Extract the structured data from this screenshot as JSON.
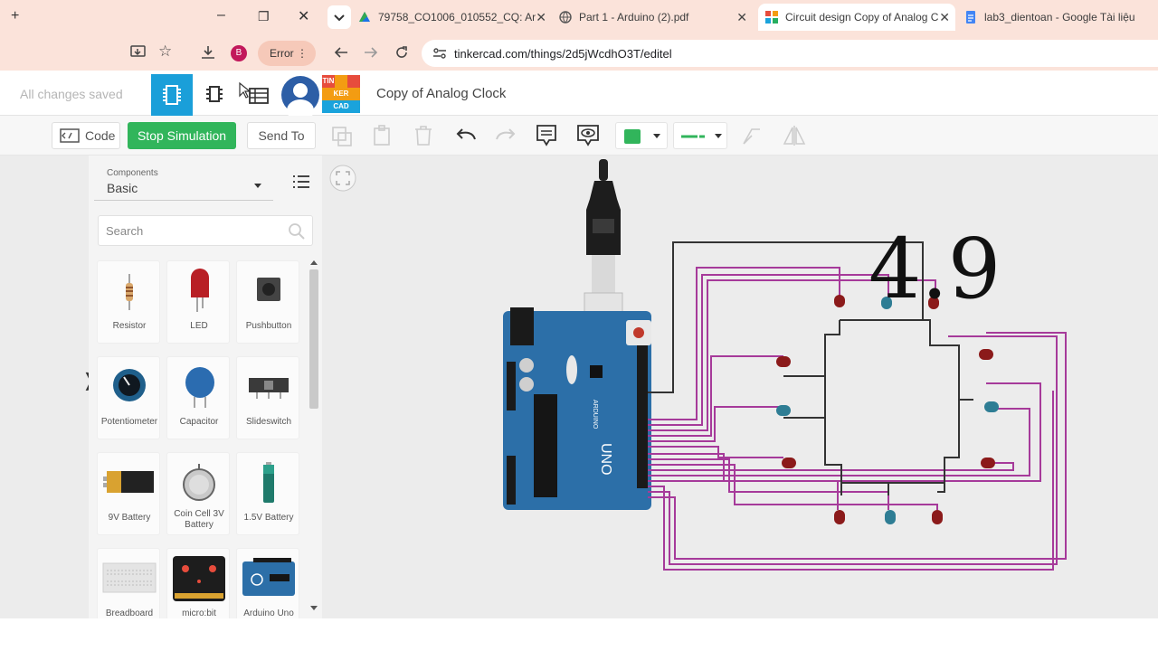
{
  "browser": {
    "tabs": [
      {
        "label": "79758_CO1006_010552_CQ: Ar",
        "active": false
      },
      {
        "label": "Part 1 - Arduino (2).pdf",
        "active": false
      },
      {
        "label": "Circuit design Copy of Analog C",
        "active": true
      },
      {
        "label": "lab3_dientoan - Google Tài liệu",
        "active": false
      }
    ],
    "new_tab": "+",
    "minimize": "–",
    "restore": "❐",
    "close": "✕",
    "profile_letter": "B",
    "error_label": "Error",
    "url": "tinkercad.com/things/2d5jWcdhO3T/editel"
  },
  "app": {
    "status": "All changes saved",
    "logo_letters": [
      "TIN",
      "KER",
      "CAD"
    ],
    "design_title": "Copy of Analog Clock"
  },
  "toolbar": {
    "code_label": "Code",
    "stop_label": "Stop Simulation",
    "send_label": "Send To",
    "accent_green": "#31b55b"
  },
  "panel": {
    "components_label": "Components",
    "components_value": "Basic",
    "search_placeholder": "Search",
    "items": [
      {
        "label": "Resistor"
      },
      {
        "label": "LED"
      },
      {
        "label": "Pushbutton"
      },
      {
        "label": "Potentiometer"
      },
      {
        "label": "Capacitor"
      },
      {
        "label": "Slideswitch"
      },
      {
        "label": "9V Battery"
      },
      {
        "label": "Coin Cell 3V Battery"
      },
      {
        "label": "1.5V Battery"
      },
      {
        "label": "Breadboard"
      },
      {
        "label": "micro:bit"
      },
      {
        "label": "Arduino Uno"
      }
    ]
  },
  "canvas": {
    "overlay_number": "4.9",
    "board_labels": {
      "brand": "ARDUINO",
      "model": "UNO"
    }
  }
}
